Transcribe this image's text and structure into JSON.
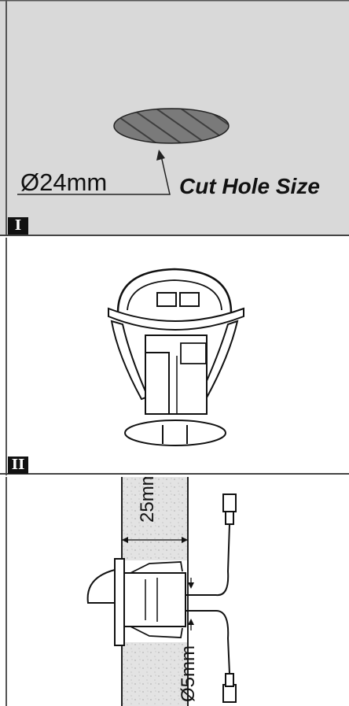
{
  "panels": [
    {
      "numeral": "I",
      "dimension": "Ø24mm",
      "caption": "Cut Hole Size"
    },
    {
      "numeral": "II"
    },
    {
      "depth": "25mm",
      "cable": "Ø5mm"
    }
  ]
}
